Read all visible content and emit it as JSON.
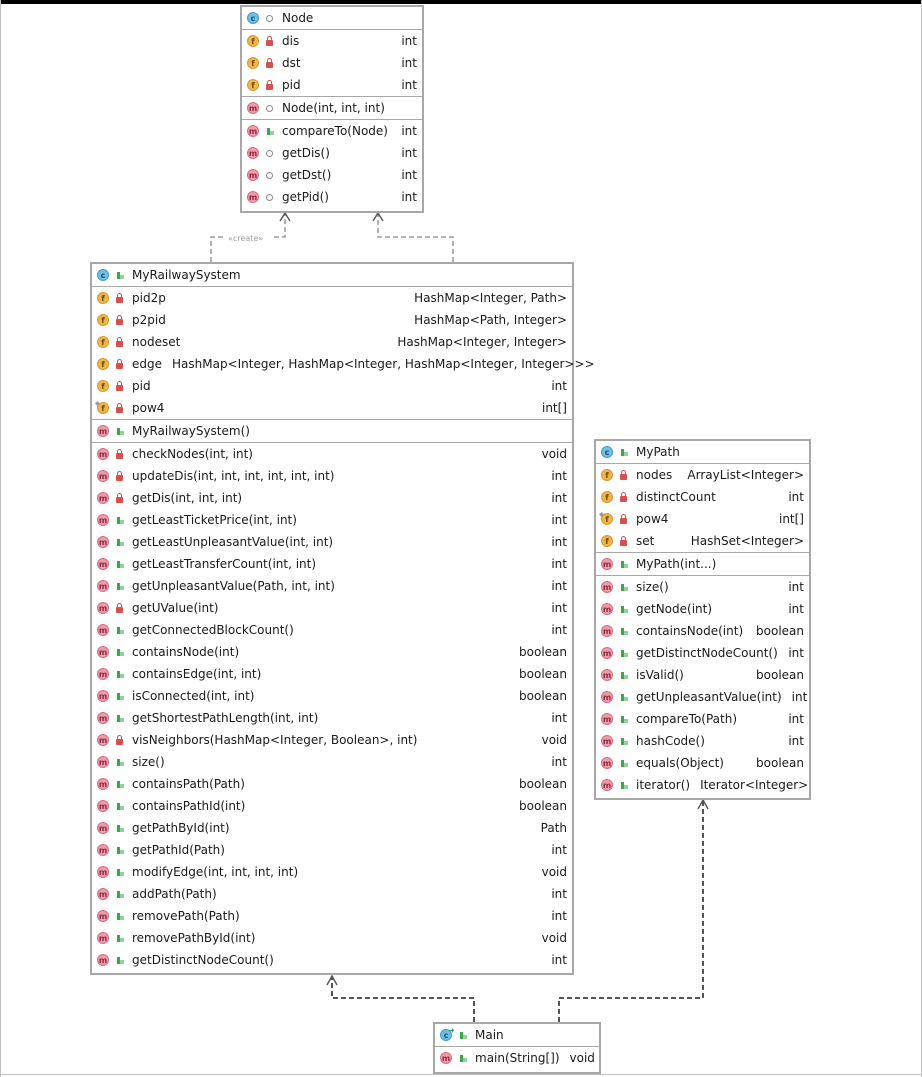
{
  "stereotype_create": "«create»",
  "node": {
    "name": "Node",
    "fields": [
      {
        "icon": "f",
        "vis": "priv",
        "name": "dis",
        "type": "int"
      },
      {
        "icon": "f",
        "vis": "priv",
        "name": "dst",
        "type": "int"
      },
      {
        "icon": "f",
        "vis": "priv",
        "name": "pid",
        "type": "int"
      }
    ],
    "constructors": [
      {
        "icon": "m",
        "vis": "pkg",
        "name": "Node(int, int, int)",
        "type": ""
      }
    ],
    "methods": [
      {
        "icon": "m",
        "vis": "pub",
        "name": "compareTo(Node)",
        "type": "int"
      },
      {
        "icon": "m",
        "vis": "pkg",
        "name": "getDis()",
        "type": "int"
      },
      {
        "icon": "m",
        "vis": "pkg",
        "name": "getDst()",
        "type": "int"
      },
      {
        "icon": "m",
        "vis": "pkg",
        "name": "getPid()",
        "type": "int"
      }
    ]
  },
  "railway": {
    "name": "MyRailwaySystem",
    "fields": [
      {
        "icon": "f",
        "vis": "priv",
        "name": "pid2p",
        "type": "HashMap<Integer, Path>"
      },
      {
        "icon": "f",
        "vis": "priv",
        "name": "p2pid",
        "type": "HashMap<Path, Integer>"
      },
      {
        "icon": "f",
        "vis": "priv",
        "name": "nodeset",
        "type": "HashMap<Integer, Integer>"
      },
      {
        "icon": "f",
        "vis": "priv",
        "name": "edge",
        "type": "HashMap<Integer, HashMap<Integer, HashMap<Integer, Integer>>>"
      },
      {
        "icon": "f",
        "vis": "priv",
        "name": "pid",
        "type": "int"
      },
      {
        "icon": "fs",
        "vis": "priv",
        "name": "pow4",
        "type": "int[]"
      }
    ],
    "constructors": [
      {
        "icon": "m",
        "vis": "pub",
        "name": "MyRailwaySystem()",
        "type": ""
      }
    ],
    "methods": [
      {
        "icon": "m",
        "vis": "priv",
        "name": "checkNodes(int, int)",
        "type": "void"
      },
      {
        "icon": "m",
        "vis": "priv",
        "name": "updateDis(int, int, int, int, int, int)",
        "type": "int"
      },
      {
        "icon": "m",
        "vis": "priv",
        "name": "getDis(int, int, int)",
        "type": "int"
      },
      {
        "icon": "m",
        "vis": "pub",
        "name": "getLeastTicketPrice(int, int)",
        "type": "int"
      },
      {
        "icon": "m",
        "vis": "pub",
        "name": "getLeastUnpleasantValue(int, int)",
        "type": "int"
      },
      {
        "icon": "m",
        "vis": "pub",
        "name": "getLeastTransferCount(int, int)",
        "type": "int"
      },
      {
        "icon": "m",
        "vis": "pub",
        "name": "getUnpleasantValue(Path, int, int)",
        "type": "int"
      },
      {
        "icon": "m",
        "vis": "priv",
        "name": "getUValue(int)",
        "type": "int"
      },
      {
        "icon": "m",
        "vis": "pub",
        "name": "getConnectedBlockCount()",
        "type": "int"
      },
      {
        "icon": "m",
        "vis": "pub",
        "name": "containsNode(int)",
        "type": "boolean"
      },
      {
        "icon": "m",
        "vis": "pub",
        "name": "containsEdge(int, int)",
        "type": "boolean"
      },
      {
        "icon": "m",
        "vis": "pub",
        "name": "isConnected(int, int)",
        "type": "boolean"
      },
      {
        "icon": "m",
        "vis": "pub",
        "name": "getShortestPathLength(int, int)",
        "type": "int"
      },
      {
        "icon": "m",
        "vis": "priv",
        "name": "visNeighbors(HashMap<Integer, Boolean>, int)",
        "type": "void"
      },
      {
        "icon": "m",
        "vis": "pub",
        "name": "size()",
        "type": "int"
      },
      {
        "icon": "m",
        "vis": "pub",
        "name": "containsPath(Path)",
        "type": "boolean"
      },
      {
        "icon": "m",
        "vis": "pub",
        "name": "containsPathId(int)",
        "type": "boolean"
      },
      {
        "icon": "m",
        "vis": "pub",
        "name": "getPathById(int)",
        "type": "Path"
      },
      {
        "icon": "m",
        "vis": "pub",
        "name": "getPathId(Path)",
        "type": "int"
      },
      {
        "icon": "m",
        "vis": "pub",
        "name": "modifyEdge(int, int, int, int)",
        "type": "void"
      },
      {
        "icon": "m",
        "vis": "pub",
        "name": "addPath(Path)",
        "type": "int"
      },
      {
        "icon": "m",
        "vis": "pub",
        "name": "removePath(Path)",
        "type": "int"
      },
      {
        "icon": "m",
        "vis": "pub",
        "name": "removePathById(int)",
        "type": "void"
      },
      {
        "icon": "m",
        "vis": "pub",
        "name": "getDistinctNodeCount()",
        "type": "int"
      }
    ]
  },
  "mypath": {
    "name": "MyPath",
    "fields": [
      {
        "icon": "f",
        "vis": "priv",
        "name": "nodes",
        "type": "ArrayList<Integer>"
      },
      {
        "icon": "f",
        "vis": "priv",
        "name": "distinctCount",
        "type": "int"
      },
      {
        "icon": "fs",
        "vis": "priv",
        "name": "pow4",
        "type": "int[]"
      },
      {
        "icon": "f",
        "vis": "priv",
        "name": "set",
        "type": "HashSet<Integer>"
      }
    ],
    "constructors": [
      {
        "icon": "m",
        "vis": "pub",
        "name": "MyPath(int...)",
        "type": ""
      }
    ],
    "methods": [
      {
        "icon": "m",
        "vis": "pub",
        "name": "size()",
        "type": "int"
      },
      {
        "icon": "m",
        "vis": "pub",
        "name": "getNode(int)",
        "type": "int"
      },
      {
        "icon": "m",
        "vis": "pub",
        "name": "containsNode(int)",
        "type": "boolean"
      },
      {
        "icon": "m",
        "vis": "pub",
        "name": "getDistinctNodeCount()",
        "type": "int"
      },
      {
        "icon": "m",
        "vis": "pub",
        "name": "isValid()",
        "type": "boolean"
      },
      {
        "icon": "m",
        "vis": "pub",
        "name": "getUnpleasantValue(int)",
        "type": "int"
      },
      {
        "icon": "m",
        "vis": "pub",
        "name": "compareTo(Path)",
        "type": "int"
      },
      {
        "icon": "m",
        "vis": "pub",
        "name": "hashCode()",
        "type": "int"
      },
      {
        "icon": "m",
        "vis": "pub",
        "name": "equals(Object)",
        "type": "boolean"
      },
      {
        "icon": "m",
        "vis": "pub",
        "name": "iterator()",
        "type": "Iterator<Integer>"
      }
    ]
  },
  "main": {
    "name": "Main",
    "methods": [
      {
        "icon": "m",
        "vis": "pub",
        "name": "main(String[])",
        "type": "void"
      }
    ]
  }
}
